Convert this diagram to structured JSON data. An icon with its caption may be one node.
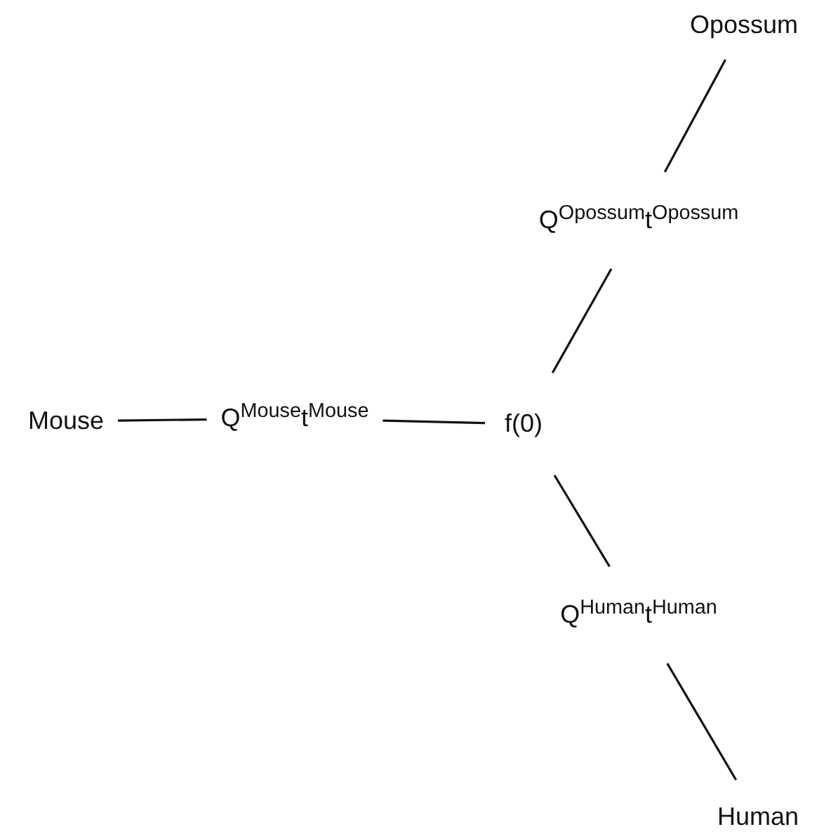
{
  "diagram": {
    "nodes": [
      {
        "text": [
          "Opossum"
        ]
      },
      {
        "text": [
          "Q$^{Opossum}$t$^{Opossum}$"
        ]
      },
      {
        "text": [
          "Mouse"
        ]
      },
      {
        "text": [
          "Q$^{Mouse}$t$^{Mouse}$"
        ]
      },
      {
        "text": [
          "f(0)"
        ]
      },
      {
        "text": [
          "Q$^{Human}$t$^{Human}$"
        ]
      },
      {
        "text": [
          "Human"
        ]
      }
    ],
    "edges": [
      {
        "from": 0,
        "to": 1,
        "arrow": "none"
      },
      {
        "from": 1,
        "to": 4,
        "arrow": "none"
      },
      {
        "from": 2,
        "to": 3,
        "arrow": "none"
      },
      {
        "from": 3,
        "to": 4,
        "arrow": "none"
      },
      {
        "from": 4,
        "to": 5,
        "arrow": "none"
      },
      {
        "from": 5,
        "to": 6,
        "arrow": "none"
      }
    ]
  }
}
